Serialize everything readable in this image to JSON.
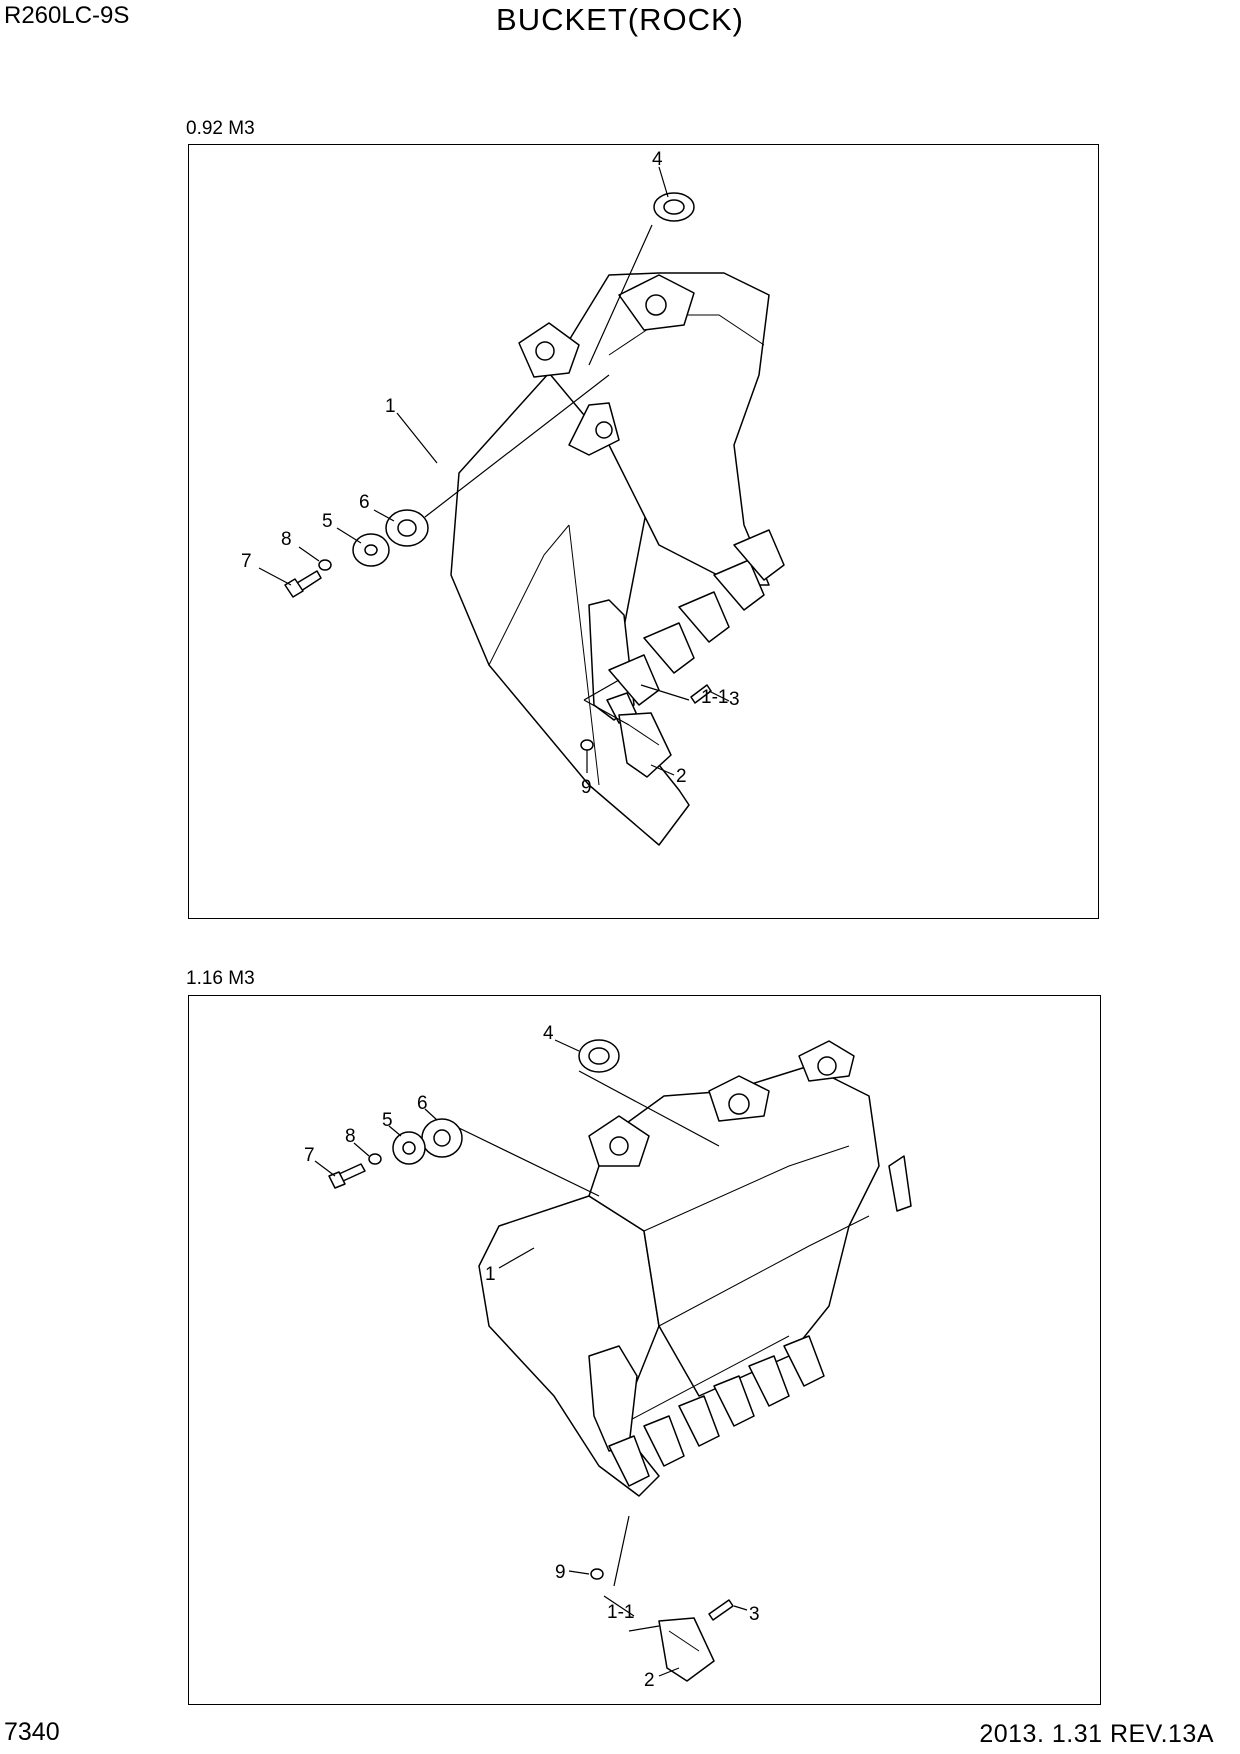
{
  "header": {
    "model": "R260LC-9S",
    "title": "BUCKET(ROCK)"
  },
  "footer": {
    "page_number": "7340",
    "date_revision": "2013. 1.31  REV.13A"
  },
  "panels": [
    {
      "caption": "0.92 M3",
      "callouts": {
        "p1": "1",
        "p1_1": "1-1",
        "p2": "2",
        "p3": "3",
        "p4": "4",
        "p5": "5",
        "p6": "6",
        "p7": "7",
        "p8": "8",
        "p9": "9"
      }
    },
    {
      "caption": "1.16 M3",
      "callouts": {
        "p1": "1",
        "p1_1": "1-1",
        "p2": "2",
        "p3": "3",
        "p4": "4",
        "p5": "5",
        "p6": "6",
        "p7": "7",
        "p8": "8",
        "p9": "9"
      }
    }
  ]
}
